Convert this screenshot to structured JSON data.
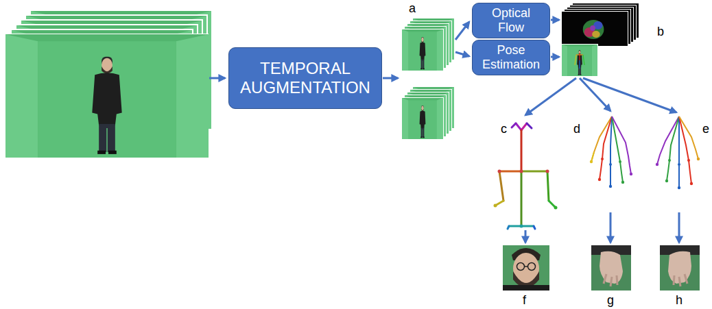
{
  "diagram": {
    "nodes": [
      {
        "text": [
          "TEMPORAL AUGMENTATION"
        ]
      },
      {
        "text": [
          "Optical Flow"
        ]
      },
      {
        "text": [
          "Pose Estimation"
        ]
      }
    ],
    "labels": [
      "a",
      "b",
      "c",
      "d",
      "e",
      "f",
      "g",
      "h"
    ]
  }
}
